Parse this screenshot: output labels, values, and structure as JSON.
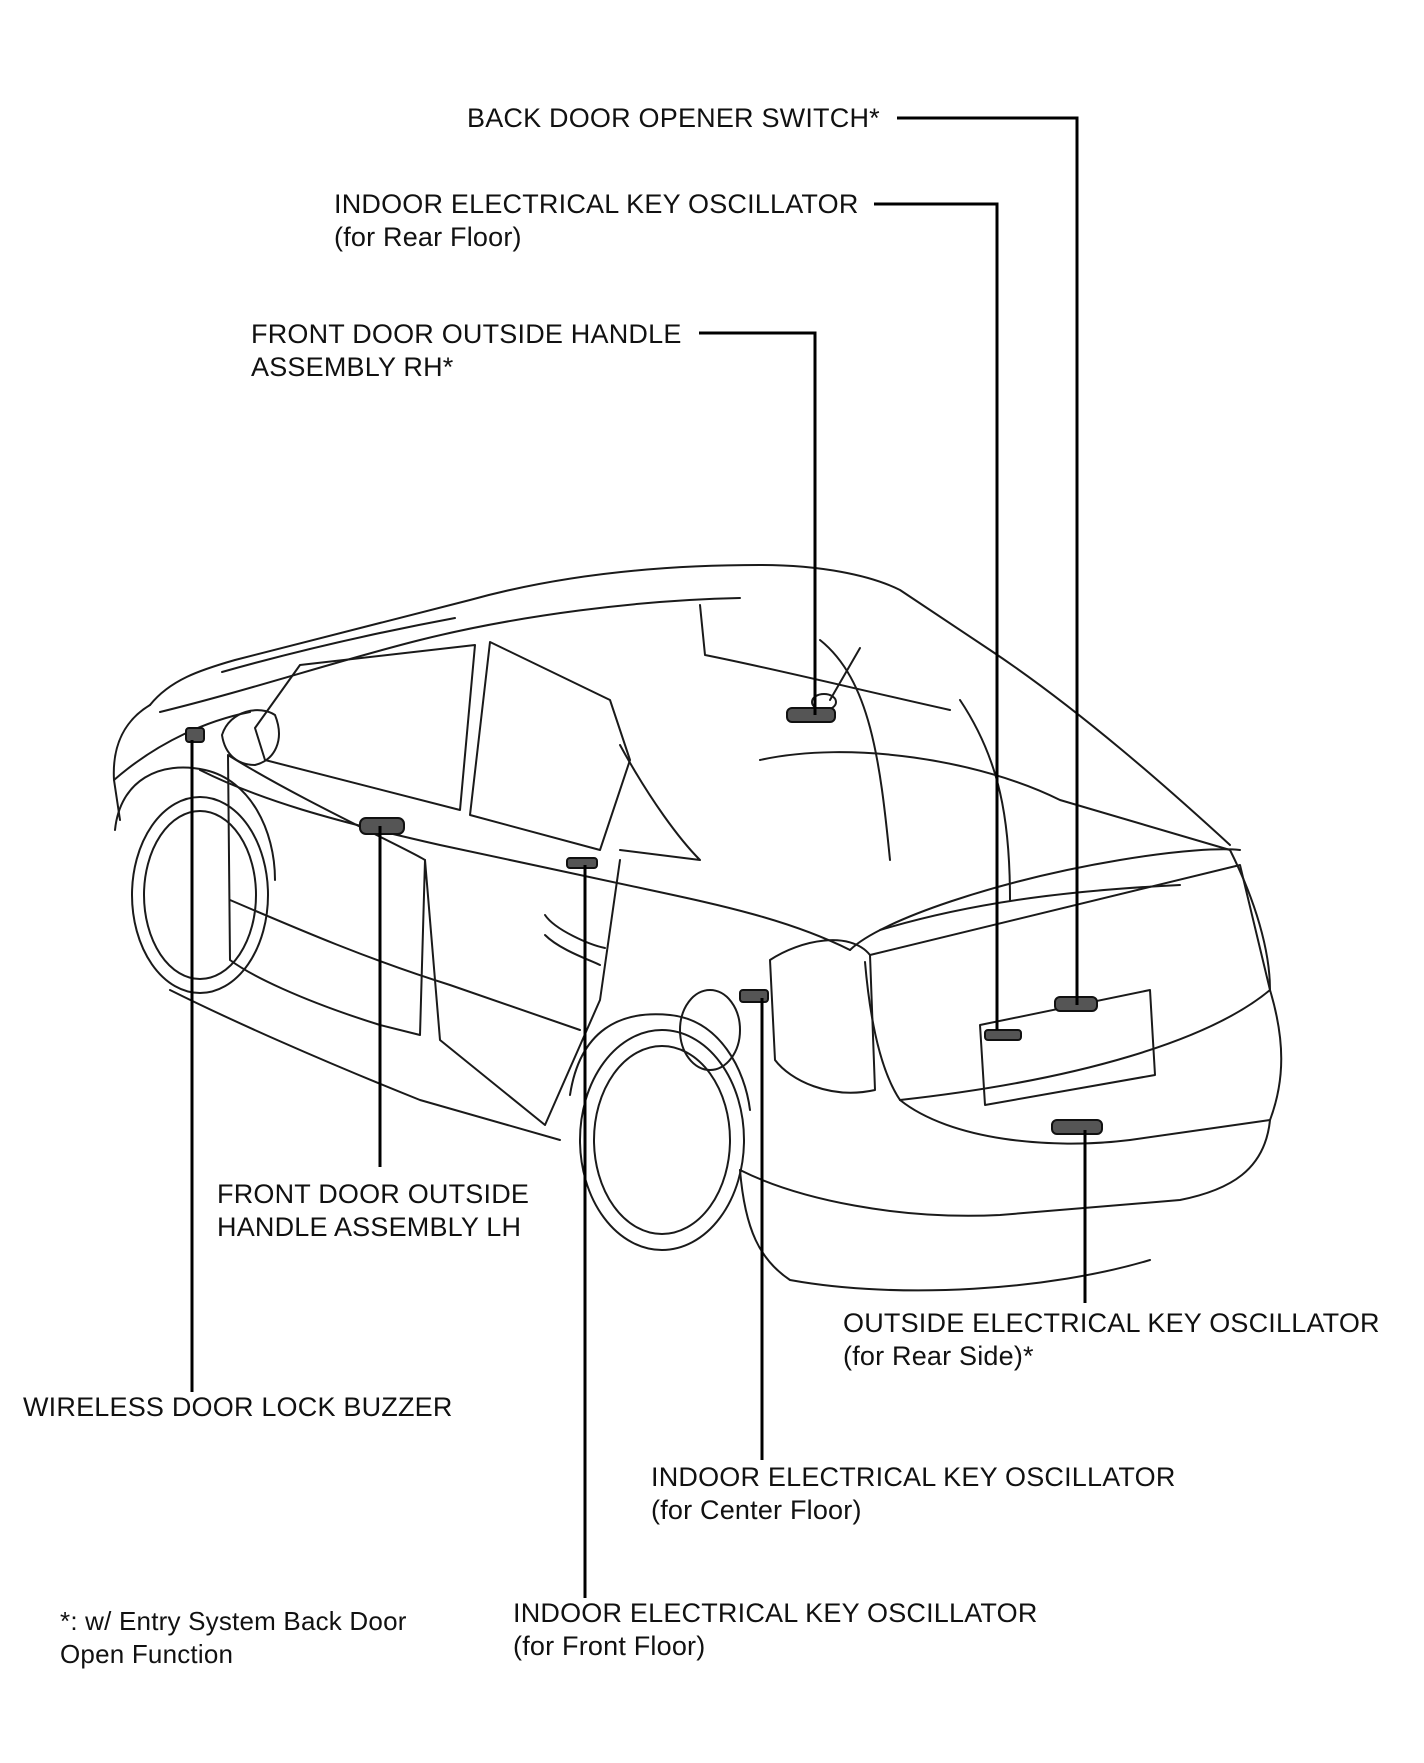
{
  "labels": {
    "back_door_opener_switch": {
      "line1": "BACK DOOR OPENER SWITCH*"
    },
    "indoor_key_osc_rear_floor": {
      "line1": "INDOOR ELECTRICAL KEY OSCILLATOR",
      "line2": "(for Rear Floor)"
    },
    "front_door_handle_rh": {
      "line1": "FRONT DOOR OUTSIDE HANDLE",
      "line2": "ASSEMBLY RH*"
    },
    "front_door_handle_lh": {
      "line1": "FRONT DOOR OUTSIDE",
      "line2": "HANDLE ASSEMBLY LH"
    },
    "outside_key_osc_rear_side": {
      "line1": "OUTSIDE ELECTRICAL KEY OSCILLATOR",
      "line2": "(for Rear Side)*"
    },
    "wireless_door_lock_buzzer": {
      "line1": "WIRELESS DOOR LOCK BUZZER"
    },
    "indoor_key_osc_center_floor": {
      "line1": "INDOOR ELECTRICAL KEY OSCILLATOR",
      "line2": "(for Center Floor)"
    },
    "indoor_key_osc_front_floor": {
      "line1": "INDOOR ELECTRICAL KEY OSCILLATOR",
      "line2": "(for Front Floor)"
    }
  },
  "footnote": {
    "line1": "*: w/ Entry System Back Door",
    "line2": "Open Function"
  }
}
